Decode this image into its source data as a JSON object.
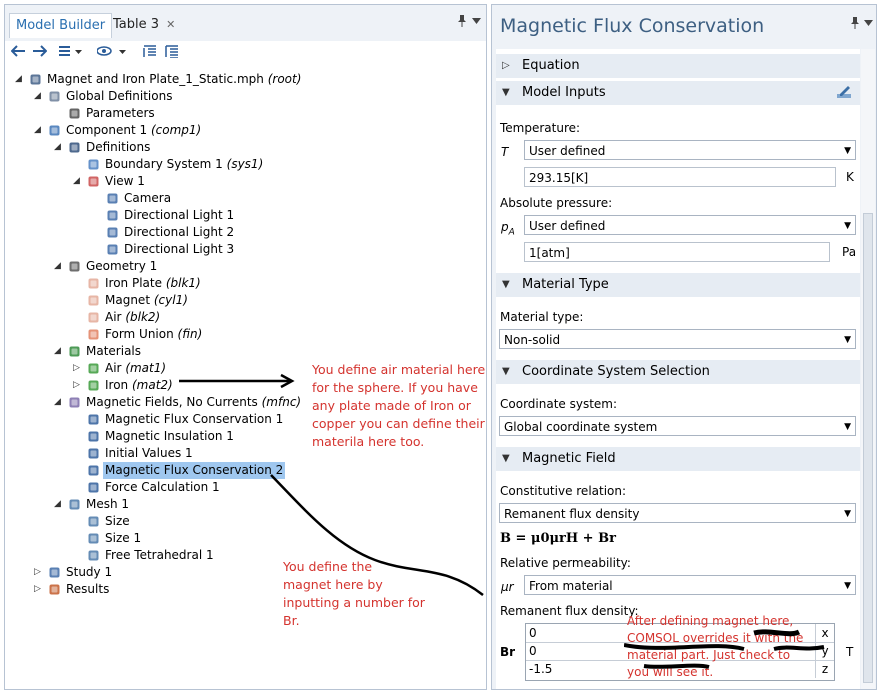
{
  "left": {
    "tabs": [
      "Model Builder",
      "Table 3"
    ],
    "tab_close": "✕",
    "tree": [
      {
        "label": "Magnet and Iron Plate_1_Static.mph",
        "tag": "(root)",
        "icon": "root-model-icon"
      },
      {
        "label": "Global Definitions",
        "tag": "",
        "icon": "global-definitions-icon"
      },
      {
        "label": "Parameters",
        "tag": "",
        "icon": "parameters-icon"
      },
      {
        "label": "Component 1",
        "tag": "(comp1)",
        "icon": "component-icon"
      },
      {
        "label": "Definitions",
        "tag": "",
        "icon": "definitions-icon"
      },
      {
        "label": "Boundary System 1",
        "tag": "(sys1)",
        "icon": "boundary-system-icon"
      },
      {
        "label": "View 1",
        "tag": "",
        "icon": "view-icon"
      },
      {
        "label": "Camera",
        "tag": "",
        "icon": "camera-icon"
      },
      {
        "label": "Directional Light 1",
        "tag": "",
        "icon": "directional-light-icon"
      },
      {
        "label": "Directional Light 2",
        "tag": "",
        "icon": "directional-light-icon"
      },
      {
        "label": "Directional Light 3",
        "tag": "",
        "icon": "directional-light-icon"
      },
      {
        "label": "Geometry 1",
        "tag": "",
        "icon": "geometry-icon"
      },
      {
        "label": "Iron Plate",
        "tag": "(blk1)",
        "icon": "block-icon"
      },
      {
        "label": "Magnet",
        "tag": "(cyl1)",
        "icon": "cylinder-icon"
      },
      {
        "label": "Air",
        "tag": "(blk2)",
        "icon": "block-icon"
      },
      {
        "label": "Form Union",
        "tag": "(fin)",
        "icon": "form-union-icon"
      },
      {
        "label": "Materials",
        "tag": "",
        "icon": "materials-icon"
      },
      {
        "label": "Air",
        "tag": "(mat1)",
        "icon": "material-icon"
      },
      {
        "label": "Iron",
        "tag": "(mat2)",
        "icon": "material-icon"
      },
      {
        "label": "Magnetic Fields, No Currents",
        "tag": "(mfnc)",
        "icon": "magnetic-fields-icon"
      },
      {
        "label": "Magnetic Flux Conservation 1",
        "tag": "",
        "icon": "flux-conservation-icon"
      },
      {
        "label": "Magnetic Insulation 1",
        "tag": "",
        "icon": "magnetic-insulation-icon"
      },
      {
        "label": "Initial Values 1",
        "tag": "",
        "icon": "initial-values-icon"
      },
      {
        "label": "Magnetic Flux Conservation 2",
        "tag": "",
        "icon": "flux-conservation-icon"
      },
      {
        "label": "Force Calculation 1",
        "tag": "",
        "icon": "force-calculation-icon"
      },
      {
        "label": "Mesh 1",
        "tag": "",
        "icon": "mesh-icon"
      },
      {
        "label": "Size",
        "tag": "",
        "icon": "size-icon"
      },
      {
        "label": "Size 1",
        "tag": "",
        "icon": "size-icon"
      },
      {
        "label": "Free Tetrahedral 1",
        "tag": "",
        "icon": "free-tetrahedral-icon"
      },
      {
        "label": "Study 1",
        "tag": "",
        "icon": "study-icon"
      },
      {
        "label": "Results",
        "tag": "",
        "icon": "results-icon"
      }
    ],
    "annotations": {
      "air_note": [
        "You define air material here",
        "for the sphere. If you have",
        "any plate made of Iron or",
        "copper you can define their",
        "materila here too."
      ],
      "magnet_note": [
        "You define the",
        "magnet here by",
        "inputting a number for",
        "Br."
      ]
    }
  },
  "right": {
    "title": "Magnetic Flux Conservation",
    "sections": {
      "equation": "Equation",
      "model_inputs": "Model Inputs",
      "material_type": "Material Type",
      "coordinate_system": "Coordinate System Selection",
      "magnetic_field": "Magnetic Field"
    },
    "temperature": {
      "label": "Temperature:",
      "symbol": "T",
      "select": "User defined",
      "value": "293.15[K]",
      "unit": "K"
    },
    "pressure": {
      "label": "Absolute pressure:",
      "symbol": "pA",
      "select": "User defined",
      "value": "1[atm]",
      "unit": "Pa"
    },
    "material_type": {
      "label": "Material type:",
      "select": "Non-solid"
    },
    "coordinate_system": {
      "label": "Coordinate system:",
      "select": "Global coordinate system"
    },
    "magnetic_field": {
      "constitutive_label": "Constitutive relation:",
      "constitutive_select": "Remanent flux density",
      "equation": "B = μ0μrH + Br",
      "perm_label": "Relative permeability:",
      "perm_symbol": "μr",
      "perm_select": "From material",
      "br_label": "Remanent flux density:",
      "br_symbol": "Br",
      "br_values": [
        "0",
        "0",
        "-1.5"
      ],
      "br_components": [
        "x",
        "y",
        "z"
      ],
      "br_unit": "T"
    },
    "annotation": [
      "After defining magnet here,",
      "COMSOL overrides it with the",
      "material part. Just check to",
      "you will see it."
    ]
  }
}
